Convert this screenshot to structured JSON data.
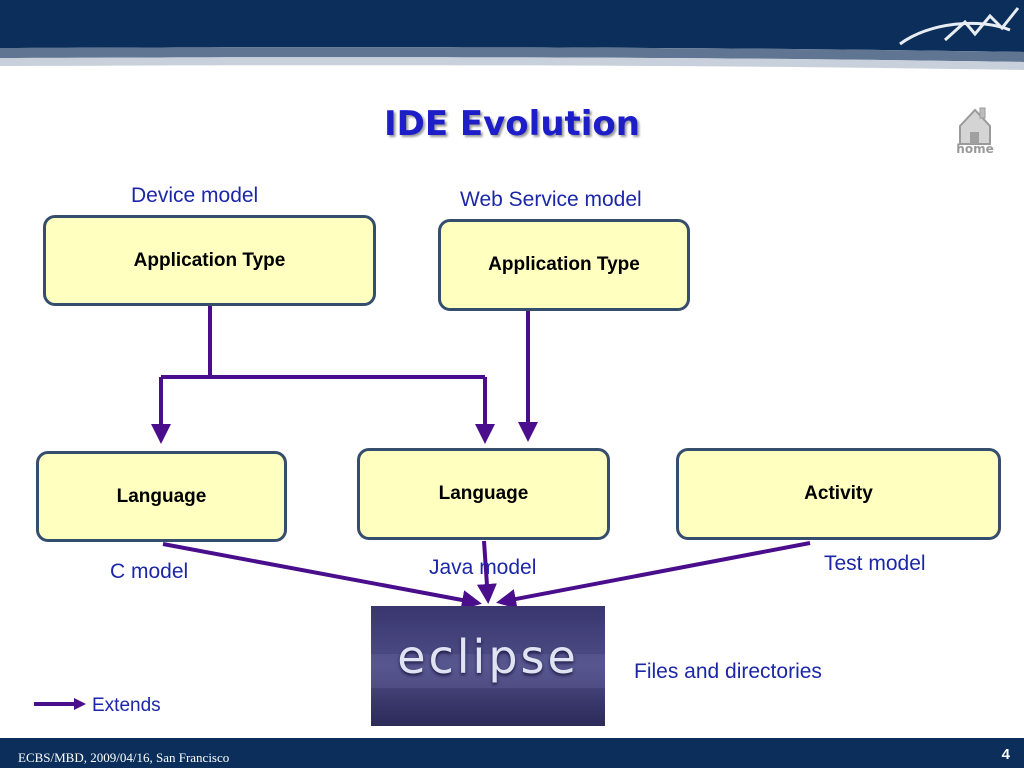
{
  "slide": {
    "title": "IDE Evolution",
    "home_label": "home",
    "footer": "ECBS/MBD, 2009/04/16, San Francisco",
    "page_number": "4"
  },
  "diagram": {
    "captions": {
      "device_model": "Device model",
      "web_service_model": "Web Service model",
      "c_model": "C model",
      "java_model": "Java model",
      "test_model": "Test model",
      "files_and_directories": "Files and directories"
    },
    "boxes": {
      "app_type_device": "Application Type",
      "app_type_web": "Application Type",
      "language_c": "Language",
      "language_java": "Language",
      "activity": "Activity"
    },
    "logo_text": "eclipse",
    "legend": {
      "label": "Extends"
    }
  },
  "colors": {
    "title": "#1e1ec8",
    "caption": "#1b27a8",
    "box_fill": "#ffffc0",
    "box_border": "#364e6e",
    "connector": "#4a0e8c",
    "header_bar": "#0b2f5a",
    "footer_bar": "#0b2f5a"
  }
}
